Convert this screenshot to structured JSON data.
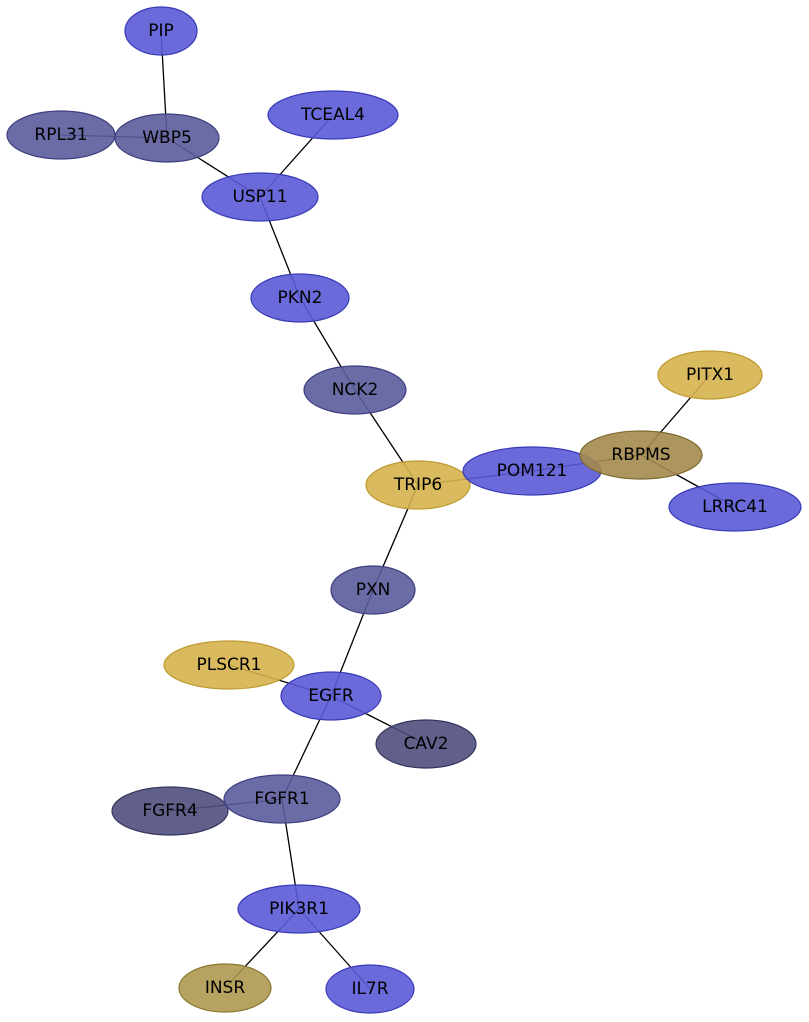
{
  "colors": {
    "blue": "#5a5ad6",
    "blue_stroke": "#3a3ab8",
    "slate": "#5b5b9c",
    "slate_stroke": "#3f3f80",
    "dark_slate": "#4f4f7e",
    "dark_slate_stroke": "#35355e",
    "gold": "#d6b24e",
    "gold_stroke": "#bf9a30",
    "olive": "#a38a4c",
    "olive_stroke": "#7e6a30",
    "khaki": "#ae9850",
    "khaki_stroke": "#8c7830",
    "edge": "#000000"
  },
  "nodes": [
    {
      "id": "PIP",
      "label": "PIP",
      "color": "blue"
    },
    {
      "id": "RPL31",
      "label": "RPL31",
      "color": "slate"
    },
    {
      "id": "WBP5",
      "label": "WBP5",
      "color": "slate"
    },
    {
      "id": "TCEAL4",
      "label": "TCEAL4",
      "color": "blue"
    },
    {
      "id": "USP11",
      "label": "USP11",
      "color": "blue"
    },
    {
      "id": "PKN2",
      "label": "PKN2",
      "color": "blue"
    },
    {
      "id": "NCK2",
      "label": "NCK2",
      "color": "slate"
    },
    {
      "id": "PITX1",
      "label": "PITX1",
      "color": "gold"
    },
    {
      "id": "TRIP6",
      "label": "TRIP6",
      "color": "gold"
    },
    {
      "id": "POM121",
      "label": "POM121",
      "color": "blue"
    },
    {
      "id": "RBPMS",
      "label": "RBPMS",
      "color": "olive"
    },
    {
      "id": "LRRC41",
      "label": "LRRC41",
      "color": "blue"
    },
    {
      "id": "PXN",
      "label": "PXN",
      "color": "slate"
    },
    {
      "id": "PLSCR1",
      "label": "PLSCR1",
      "color": "gold"
    },
    {
      "id": "EGFR",
      "label": "EGFR",
      "color": "blue"
    },
    {
      "id": "CAV2",
      "label": "CAV2",
      "color": "dark_slate"
    },
    {
      "id": "FGFR4",
      "label": "FGFR4",
      "color": "dark_slate"
    },
    {
      "id": "FGFR1",
      "label": "FGFR1",
      "color": "slate"
    },
    {
      "id": "PIK3R1",
      "label": "PIK3R1",
      "color": "blue"
    },
    {
      "id": "INSR",
      "label": "INSR",
      "color": "khaki"
    },
    {
      "id": "IL7R",
      "label": "IL7R",
      "color": "blue"
    }
  ],
  "edges": [
    [
      "PIP",
      "WBP5"
    ],
    [
      "RPL31",
      "WBP5"
    ],
    [
      "WBP5",
      "USP11"
    ],
    [
      "TCEAL4",
      "USP11"
    ],
    [
      "USP11",
      "PKN2"
    ],
    [
      "PKN2",
      "NCK2"
    ],
    [
      "NCK2",
      "TRIP6"
    ],
    [
      "TRIP6",
      "POM121"
    ],
    [
      "POM121",
      "RBPMS"
    ],
    [
      "PITX1",
      "RBPMS"
    ],
    [
      "RBPMS",
      "LRRC41"
    ],
    [
      "TRIP6",
      "PXN"
    ],
    [
      "PXN",
      "EGFR"
    ],
    [
      "PLSCR1",
      "EGFR"
    ],
    [
      "EGFR",
      "CAV2"
    ],
    [
      "EGFR",
      "FGFR1"
    ],
    [
      "FGFR4",
      "FGFR1"
    ],
    [
      "FGFR1",
      "PIK3R1"
    ],
    [
      "PIK3R1",
      "INSR"
    ],
    [
      "PIK3R1",
      "IL7R"
    ]
  ]
}
